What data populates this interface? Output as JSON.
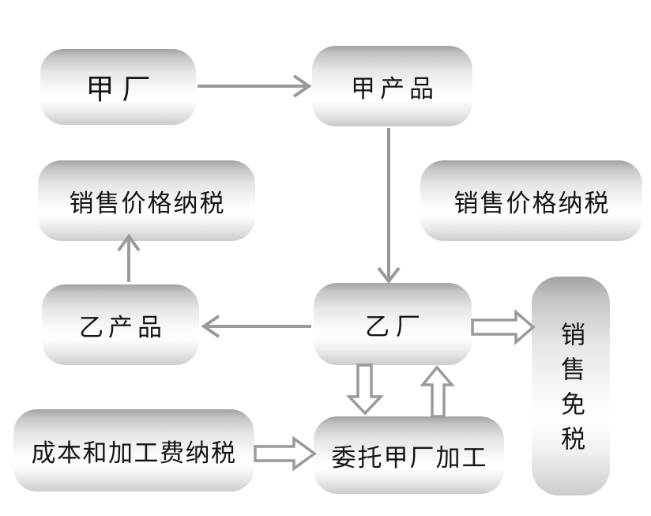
{
  "diagram": {
    "background": "#ffffff",
    "colors": {
      "arrow": "#9a9a9a",
      "node_gradient_top": "#a2a2a2",
      "node_gradient_middle": "#ffffff",
      "node_gradient_bottom": "#cccccc",
      "text": "#151515"
    },
    "nodes": {
      "jia_factory": {
        "label": "甲厂"
      },
      "jia_product": {
        "label": "甲产品"
      },
      "sales_price_tax_left": {
        "label": "销售价格纳税"
      },
      "sales_price_tax_right": {
        "label": "销售价格纳税"
      },
      "yi_product": {
        "label": "乙产品"
      },
      "yi_factory": {
        "label": "乙厂"
      },
      "sales_tax_free": {
        "label": "销售免税"
      },
      "cost_processing_tax": {
        "label": "成本和加工费纳税"
      },
      "entrust_processing": {
        "label": "委托甲厂加工"
      }
    },
    "edges": [
      {
        "from": "甲厂",
        "to": "甲产品",
        "style": "thin-arrow",
        "direction": "right"
      },
      {
        "from": "甲产品",
        "to": "乙厂",
        "style": "thin-arrow",
        "direction": "down"
      },
      {
        "from": "乙厂",
        "to": "乙产品",
        "style": "thin-arrow",
        "direction": "left"
      },
      {
        "from": "乙产品",
        "to": "销售价格纳税",
        "style": "thin-arrow",
        "direction": "up"
      },
      {
        "from": "乙厂",
        "to": "销售免税",
        "style": "hollow-arrow",
        "direction": "right"
      },
      {
        "from": "乙厂",
        "to": "委托甲厂加工",
        "style": "hollow-arrow",
        "direction": "down"
      },
      {
        "from": "委托甲厂加工",
        "to": "乙厂",
        "style": "hollow-arrow",
        "direction": "up"
      },
      {
        "from": "成本和加工费纳税",
        "to": "委托甲厂加工",
        "style": "hollow-arrow",
        "direction": "right"
      }
    ]
  }
}
